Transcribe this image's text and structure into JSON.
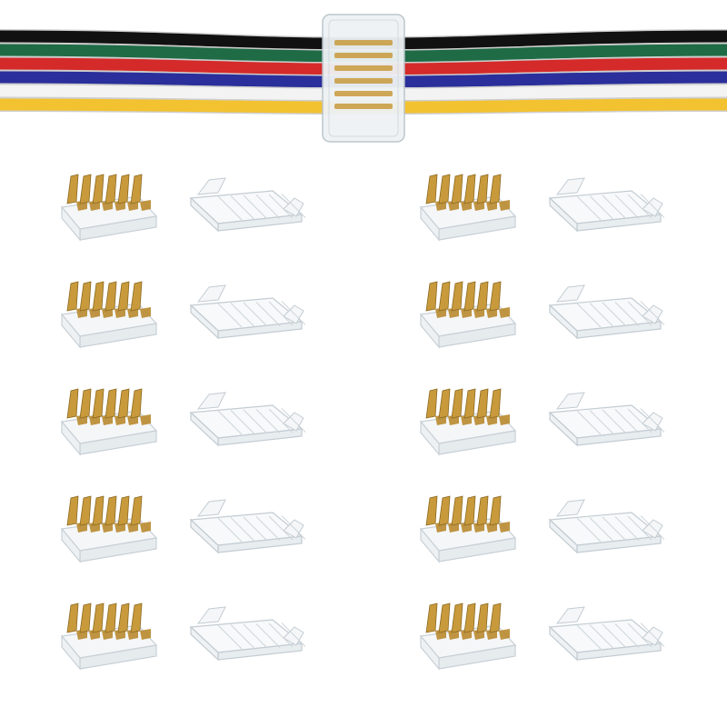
{
  "product": {
    "wire_colors": [
      "#111111",
      "#1f6b45",
      "#d42a2a",
      "#2a2f9b",
      "#f3f3f3",
      "#f2c230"
    ],
    "contact_color": "#c89a3c",
    "clear_plastic_color": "#e9edf0",
    "pin_count": 6,
    "grid": {
      "pairs_per_row": 2,
      "rows": 5
    },
    "parts": [
      "connector-base",
      "connector-cover"
    ]
  }
}
